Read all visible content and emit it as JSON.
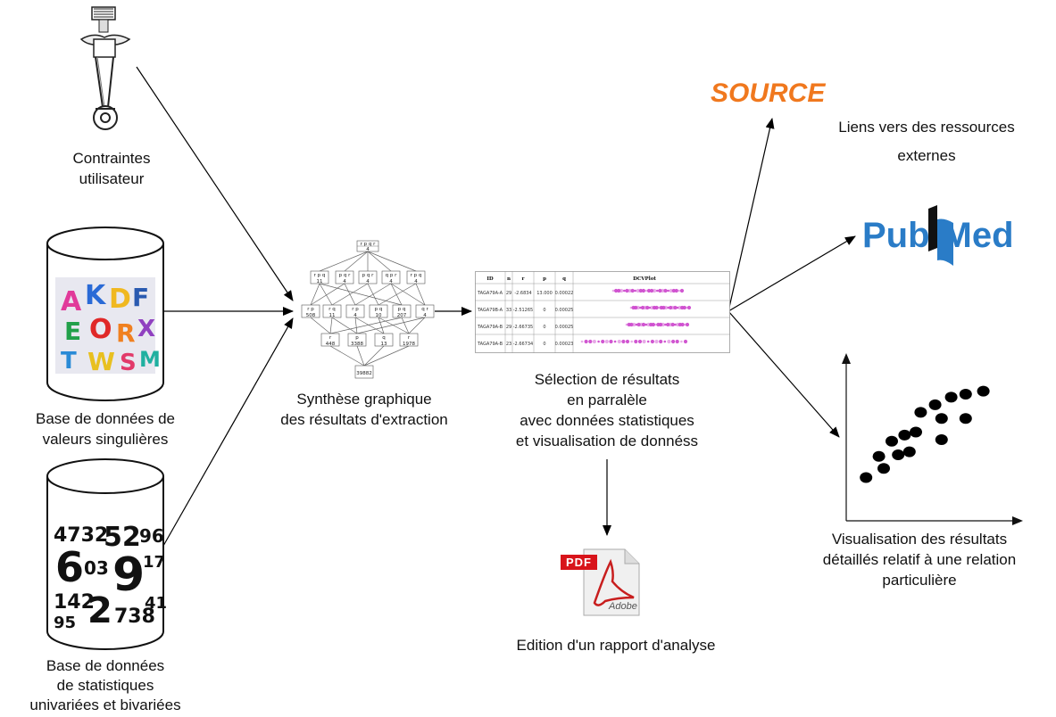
{
  "nodes": {
    "user_constraints": "Contraintes\nutilisateur",
    "singular_db": "Base de données de\nvaleurs singulières",
    "stats_db": "Base de données\nde statistiques\nunivariées et bivariées",
    "synthesis": "Synthèse graphique\ndes résultats d'extraction",
    "selection": "Sélection de résultats\nen parralèle\navec données statistiques\net visualisation de donnéss",
    "report": "Edition d'un rapport d'analyse",
    "external_links": "Liens vers des ressources\nexternes",
    "detail_viz": "Visualisation des résultats\ndétaillés relatif à une relation\nparticulière"
  },
  "logos": {
    "source": "SOURCE",
    "pubmed_pub": "Pub",
    "pubmed_med": "Med",
    "pdf": "PDF",
    "adobe": "Adobe"
  },
  "lattice": {
    "top": [
      "r",
      "p",
      "q",
      "r"
    ],
    "top_count": "4",
    "row1": [
      "r p q",
      "p q r",
      "p q r",
      "q p r",
      "r p q"
    ],
    "row1_counts": [
      "11",
      "4",
      "4",
      "4",
      "4"
    ],
    "row2": [
      "r p",
      "r q",
      "r p",
      "p q",
      "p q",
      "q r"
    ],
    "row2_counts": [
      "508",
      "11",
      "4",
      "10",
      "207",
      "4"
    ],
    "row3": [
      "r",
      "p",
      "q",
      "r"
    ],
    "row3_counts": [
      "448",
      "3388",
      "13",
      "1978"
    ],
    "bottom_count": "39882"
  },
  "table": {
    "headers": [
      "ID",
      "n",
      "r",
      "p",
      "q",
      "DCVPlot"
    ],
    "rows": [
      [
        "TAGA79A-A",
        "29",
        "-2.6834",
        "13.000",
        "0.00022"
      ],
      [
        "TAGA79B-A",
        "33",
        "-2.51265",
        "0",
        "0.00025"
      ],
      [
        "TAGA79A-B",
        "29",
        "-2.66735",
        "0",
        "0.00025"
      ],
      [
        "TAGA79A-B",
        "23",
        "-2.66734",
        "0",
        "0.00023"
      ]
    ]
  },
  "colors": {
    "arrow": "#000000",
    "source_logo": "#f0781e",
    "pubmed_logo": "#2a7cc7",
    "pdf_red": "#d8141a",
    "plot_dot": "#cc44cc"
  },
  "scatter_points": [
    [
      0.09,
      0.25
    ],
    [
      0.17,
      0.39
    ],
    [
      0.2,
      0.31
    ],
    [
      0.29,
      0.4
    ],
    [
      0.25,
      0.49
    ],
    [
      0.33,
      0.53
    ],
    [
      0.4,
      0.55
    ],
    [
      0.43,
      0.68
    ],
    [
      0.52,
      0.73
    ],
    [
      0.56,
      0.64
    ],
    [
      0.62,
      0.78
    ],
    [
      0.71,
      0.64
    ],
    [
      0.71,
      0.8
    ],
    [
      0.82,
      0.82
    ],
    [
      0.56,
      0.5
    ],
    [
      0.36,
      0.42
    ]
  ]
}
